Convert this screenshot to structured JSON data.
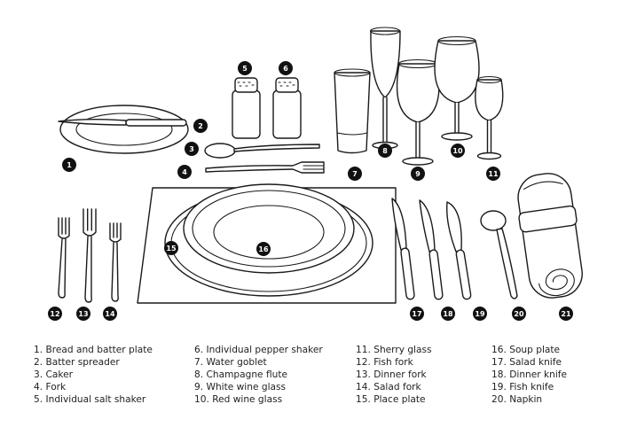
{
  "colors": {
    "ink": "#1a1a1a",
    "marker_bg": "#111111",
    "marker_text": "#ffffff"
  },
  "markers": [
    "1",
    "2",
    "3",
    "4",
    "5",
    "6",
    "7",
    "8",
    "9",
    "10",
    "11",
    "12",
    "13",
    "14",
    "15",
    "16",
    "17",
    "18",
    "19",
    "20",
    "21"
  ],
  "legend": [
    [
      "1. Bread and batter plate",
      "2. Batter spreader",
      "3. Caker",
      "4. Fork",
      "5. Individual salt shaker"
    ],
    [
      "6. Individual pepper shaker",
      "7. Water goblet",
      "8. Champagne flute",
      "9. White wine glass",
      "10. Red wine glass"
    ],
    [
      "11. Sherry glass",
      "12. Fish fork",
      "13. Dinner fork",
      "14. Salad fork",
      "15. Place plate"
    ],
    [
      "16. Soup plate",
      "17. Salad knife",
      "18. Dinner knife",
      "19. Fish knife",
      "20. Napkin"
    ]
  ]
}
